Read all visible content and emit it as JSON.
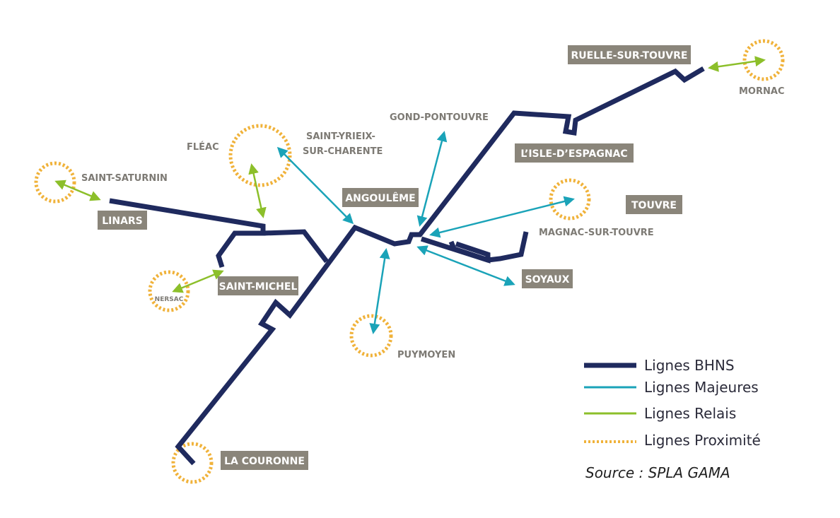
{
  "colors": {
    "bhns": "#1f2a5e",
    "majeures": "#1aa3b8",
    "relais": "#8cbf2a",
    "proximite": "#f0b23a",
    "label_box": "#8a857a",
    "label_text": "#7d7a74"
  },
  "map": {
    "boxed_labels": {
      "ruelle": "RUELLE-SUR-TOUVRE",
      "isle": "L’ISLE-D’ESPAGNAC",
      "angouleme": "ANGOULÊME",
      "touvre": "TOUVRE",
      "linars": "LINARS",
      "saint_michel": "SAINT-MICHEL",
      "soyaux": "SOYAUX",
      "la_couronne": "LA COURONNE"
    },
    "plain_labels": {
      "mornac": "MORNAC",
      "gond_pontouvre": "GOND-PONTOUVRE",
      "fleac": "FLÉAC",
      "saint_yrieix_1": "SAINT-YRIEIX-",
      "saint_yrieix_2": "SUR-CHARENTE",
      "saint_saturnin": "SAINT-SATURNIN",
      "magnac": "MAGNAC-SUR-TOUVRE",
      "puymoyen": "PUYMOYEN",
      "nersac": "NERSAC"
    }
  },
  "legend": {
    "bhns": "Lignes BHNS",
    "majeures": "Lignes Majeures",
    "relais": "Lignes Relais",
    "proximite": "Lignes Proximité",
    "source": "Source : SPLA GAMA"
  }
}
